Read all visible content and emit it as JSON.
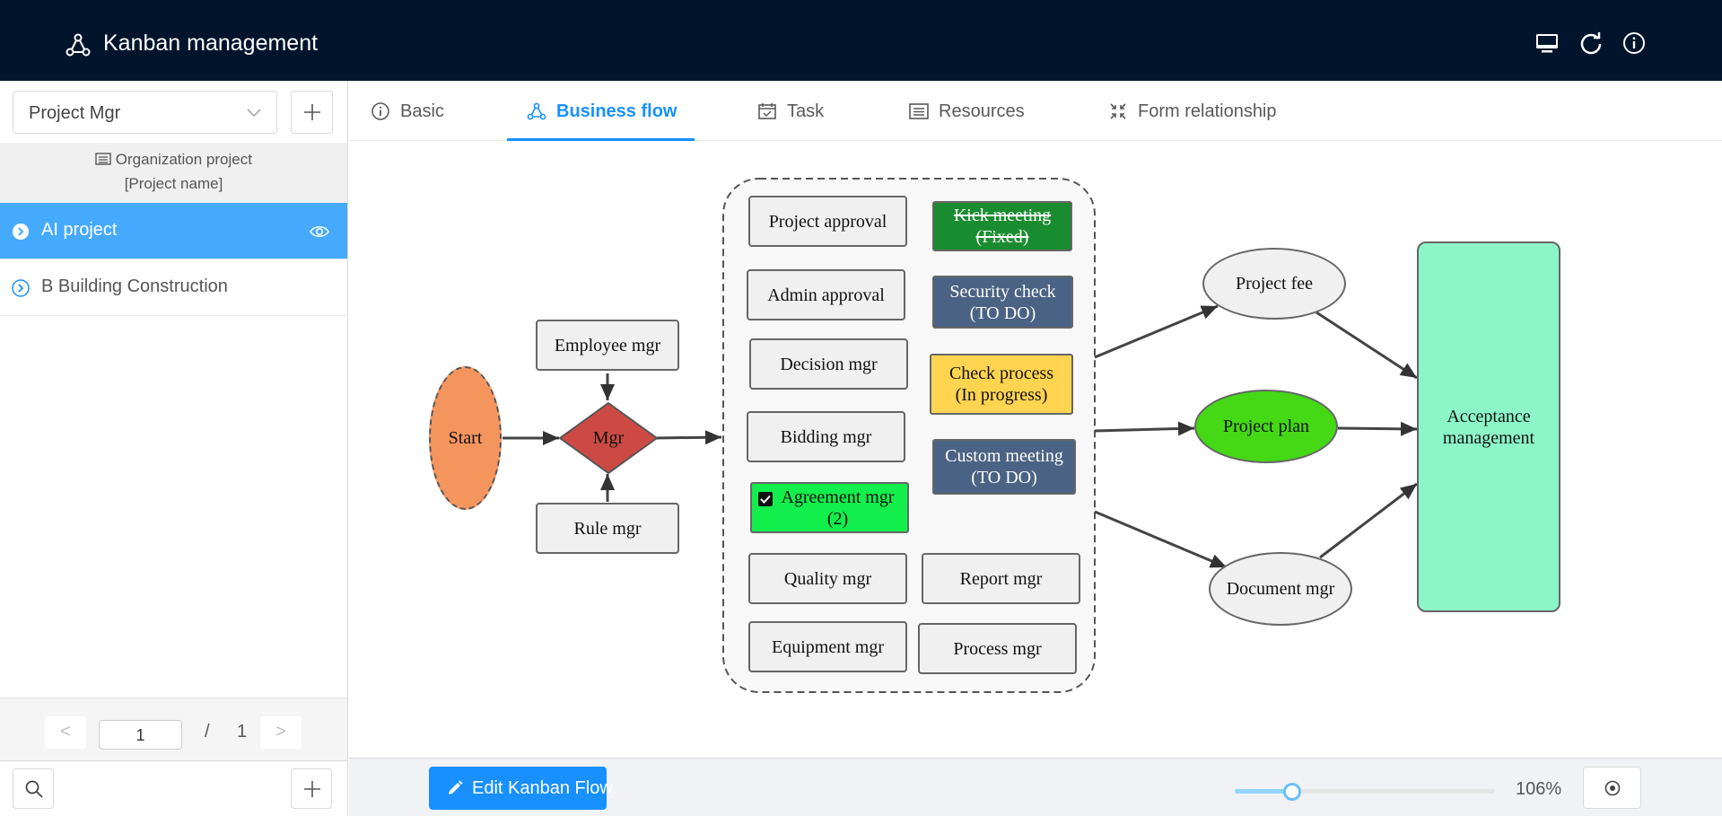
{
  "header": {
    "title": "Kanban management"
  },
  "sidebar": {
    "select_value": "Project Mgr",
    "org_title": "Organization project",
    "org_subtitle": "[Project name]",
    "projects": [
      {
        "name": "AI project",
        "active": true
      },
      {
        "name": "B Building Construction",
        "active": false
      }
    ],
    "pager": {
      "current": "1",
      "separator": "/",
      "total": "1"
    }
  },
  "tabs": [
    {
      "label": "Basic",
      "icon": "info-icon"
    },
    {
      "label": "Business flow",
      "icon": "flow-icon",
      "active": true
    },
    {
      "label": "Task",
      "icon": "calendar-icon"
    },
    {
      "label": "Resources",
      "icon": "list-icon"
    },
    {
      "label": "Form relationship",
      "icon": "collapse-icon"
    }
  ],
  "flow": {
    "start": "Start",
    "mgr": "Mgr",
    "employee_mgr": "Employee mgr",
    "rule_mgr": "Rule mgr",
    "project_approval": "Project approval",
    "kick_meeting": "Kick meeting\n(Fixed)",
    "admin_approval": "Admin approval",
    "security_check": "Security check\n(TO DO)",
    "decision_mgr": "Decision mgr",
    "check_process": "Check process\n(In progress)",
    "bidding_mgr": "Bidding mgr",
    "custom_meeting": "Custom meeting\n(TO DO)",
    "agreement_mgr": "Agreement mgr\n(2)",
    "quality_mgr": "Quality mgr",
    "report_mgr": "Report mgr",
    "equipment_mgr": "Equipment mgr",
    "process_mgr": "Process mgr",
    "project_fee": "Project fee",
    "project_plan": "Project plan",
    "document_mgr": "Document mgr",
    "acceptance": "Acceptance\nmanagement"
  },
  "colors": {
    "header_bg": "#00152c",
    "accent": "#1890ff",
    "active_item": "#45aafe",
    "start": "#f4955e",
    "mgr": "#cd4a44",
    "fixed": "#1a8c30",
    "todo": "#4a6384",
    "in_progress": "#ffd451",
    "agreement": "#12ee4c",
    "project_plan": "#44d815",
    "acceptance": "#8cf6c8"
  },
  "toolbar": {
    "edit_label": "Edit Kanban Flow",
    "zoom_label": "106%",
    "zoom_level": 0.22
  }
}
